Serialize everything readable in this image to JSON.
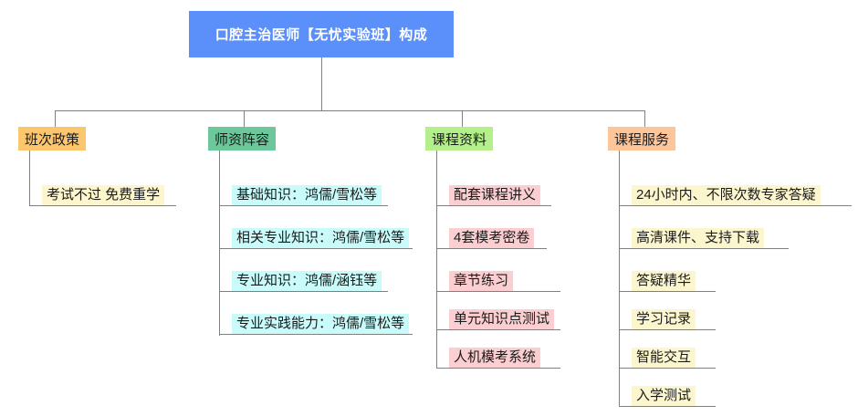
{
  "diagram": {
    "type": "tree",
    "root": {
      "label": "口腔主治医师【无忧实验班】构成",
      "bg": "#5b8ff9",
      "text_color": "#ffffff"
    },
    "branches": [
      {
        "id": "banci-zhengce",
        "label": "班次政策",
        "header_bg": "#fcc66d",
        "item_bg": "#fdf6cd",
        "items": [
          {
            "label": "考试不过 免费重学"
          }
        ]
      },
      {
        "id": "shizi-zhenrong",
        "label": "师资阵容",
        "header_bg": "#6cc89b",
        "item_bg": "#c9fbfb",
        "items": [
          {
            "label": "基础知识：鸿儒/雪松等"
          },
          {
            "label": "相关专业知识：鸿儒/雪松等"
          },
          {
            "label": "专业知识：鸿儒/涵钰等"
          },
          {
            "label": "专业实践能力：鸿儒/雪松等"
          }
        ]
      },
      {
        "id": "kecheng-ziliao",
        "label": "课程资料",
        "header_bg": "#b4f08a",
        "item_bg": "#fbcfd2",
        "items": [
          {
            "label": "配套课程讲义"
          },
          {
            "label": "4套模考密卷"
          },
          {
            "label": "章节练习"
          },
          {
            "label": "单元知识点测试"
          },
          {
            "label": "人机模考系统"
          }
        ]
      },
      {
        "id": "kecheng-fuwu",
        "label": "课程服务",
        "header_bg": "#fcc59a",
        "item_bg": "#fcf6cf",
        "items": [
          {
            "label": "24小时内、不限次数专家答疑"
          },
          {
            "label": "高清课件、支持下载"
          },
          {
            "label": "答疑精华"
          },
          {
            "label": "学习记录"
          },
          {
            "label": "智能交互"
          },
          {
            "label": "入学测试"
          }
        ]
      }
    ],
    "connector_color": "#808080"
  }
}
